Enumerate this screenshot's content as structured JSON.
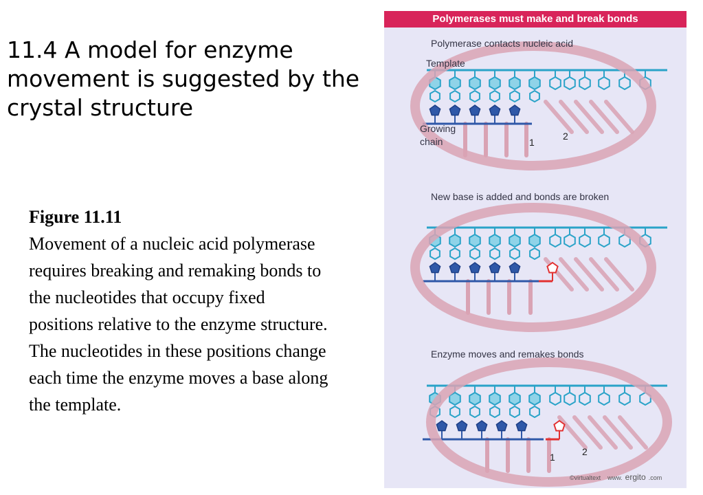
{
  "slide": {
    "title": "11.4 A model for enzyme movement is suggested by the crystal structure"
  },
  "caption": {
    "label": "Figure 11.11",
    "text": "Movement of a nucleic acid polymerase requires breaking and remaking bonds to the nucleotides that occupy fixed positions relative to the enzyme structure. The nucleotides in these positions change each time the enzyme moves a base along the template."
  },
  "figure": {
    "header": "Polymerases must make and break bonds",
    "panels": [
      {
        "heading": "Polymerase contacts nucleic acid",
        "template_label": "Template",
        "chain_label_1": "Growing",
        "chain_label_2": "chain",
        "pos1": "1",
        "pos2": "2"
      },
      {
        "heading": "New base is added and bonds are broken"
      },
      {
        "heading": "Enzyme moves and remakes bonds",
        "pos1": "1",
        "pos2": "2"
      }
    ],
    "credit_left": "©virtualtext",
    "credit_mid": "www.",
    "credit_brand": "ergito",
    "credit_end": ".com",
    "colors": {
      "header": "#d8245a",
      "background": "#e7e6f6",
      "template_strand": "#2aa3c8",
      "growing_chain": "#2f58a8",
      "new_base": "#e23030",
      "enzyme_ring": "#d9a3b4"
    }
  }
}
